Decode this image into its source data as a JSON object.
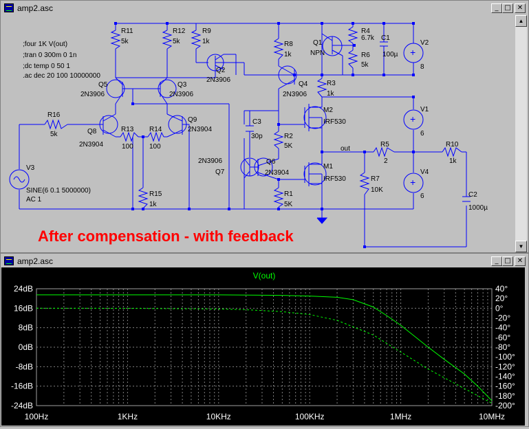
{
  "schematic_window": {
    "title": "amp2.asc",
    "directives": [
      ";four 1K V(out)",
      ";tran 0 300m 0 1n",
      ";dc temp 0 50 1",
      ".ac dec 20 100 10000000"
    ],
    "annotation": "After compensation - with feedback",
    "annotation_color": "#ff0000",
    "wire_color": "#0000ff",
    "components": {
      "r11": [
        "R11",
        "5k"
      ],
      "r12": [
        "R12",
        "5k"
      ],
      "r9": [
        "R9",
        "1k"
      ],
      "r8": [
        "R8",
        "1k"
      ],
      "r4": [
        "R4",
        "6.7k"
      ],
      "r6": [
        "R6",
        "5k"
      ],
      "c1": [
        "C1",
        "100µ"
      ],
      "v2": [
        "V2",
        "8"
      ],
      "q1": [
        "Q1",
        "NPN"
      ],
      "q2": [
        "Q2",
        "2N3906"
      ],
      "q5": [
        "Q5",
        "2N3906"
      ],
      "q3": [
        "Q3",
        "2N3906"
      ],
      "q4": [
        "Q4",
        "2N3906"
      ],
      "r3": [
        "R3",
        "1k"
      ],
      "m2": [
        "M2",
        "IRF530"
      ],
      "v1": [
        "V1",
        "6"
      ],
      "r16": [
        "R16",
        "5k"
      ],
      "q8": [
        "Q8",
        "2N3904"
      ],
      "r13": [
        "R13",
        "100"
      ],
      "r14": [
        "R14",
        "100"
      ],
      "q9": [
        "Q9",
        "2N3904"
      ],
      "c3": [
        "C3",
        "30p"
      ],
      "r2": [
        "R2",
        "5K"
      ],
      "out": "out",
      "r5": [
        "R5",
        "2"
      ],
      "r10": [
        "R10",
        "1k"
      ],
      "v3": [
        "V3",
        "SINE(6 0.1 5000000)",
        "AC 1"
      ],
      "q7": [
        "2N3906",
        "Q7"
      ],
      "q6": [
        "Q6",
        "2N3904"
      ],
      "m1": [
        "M1",
        "IRF530"
      ],
      "r7": [
        "R7",
        "10K"
      ],
      "v4": [
        "V4",
        "6"
      ],
      "r15": [
        "R15",
        "1k"
      ],
      "r1": [
        "R1",
        "5K"
      ],
      "c2": [
        "C2",
        "1000µ"
      ]
    }
  },
  "plot_window": {
    "title": "amp2.asc",
    "trace_label": "V(out)",
    "trace_color": "#00ff00",
    "chart_data": {
      "type": "line",
      "title": "V(out)",
      "x_scale": "log",
      "xlim": [
        100,
        10000000
      ],
      "x_ticks": [
        "100Hz",
        "1KHz",
        "10KHz",
        "100KHz",
        "1MHz",
        "10MHz"
      ],
      "y_left_ticks": [
        "24dB",
        "16dB",
        "8dB",
        "0dB",
        "-8dB",
        "-16dB",
        "-24dB"
      ],
      "y_left_lim": [
        -24,
        24
      ],
      "y_right_ticks": [
        "40°",
        "20°",
        "0°",
        "-20°",
        "-40°",
        "-60°",
        "-80°",
        "-100°",
        "-120°",
        "-140°",
        "-160°",
        "-180°",
        "-200°"
      ],
      "y_right_lim": [
        -200,
        40
      ],
      "series": [
        {
          "style": "solid",
          "axis": "left",
          "x": [
            100,
            1000,
            10000,
            50000,
            100000,
            200000,
            300000,
            500000,
            700000,
            1000000,
            2000000,
            3000000,
            5000000,
            7000000,
            10000000
          ],
          "values": [
            21.5,
            21.5,
            21.5,
            21.3,
            21.0,
            20.5,
            19.5,
            16.5,
            13,
            9,
            0,
            -5,
            -11,
            -16,
            -22
          ]
        },
        {
          "style": "dashed",
          "axis": "right",
          "x": [
            100,
            1000,
            10000,
            20000,
            50000,
            100000,
            200000,
            500000,
            1000000,
            2000000,
            5000000,
            10000000
          ],
          "values": [
            0,
            -0.2,
            -1.5,
            -3,
            -7,
            -13,
            -25,
            -55,
            -90,
            -125,
            -165,
            -195
          ]
        }
      ]
    }
  }
}
